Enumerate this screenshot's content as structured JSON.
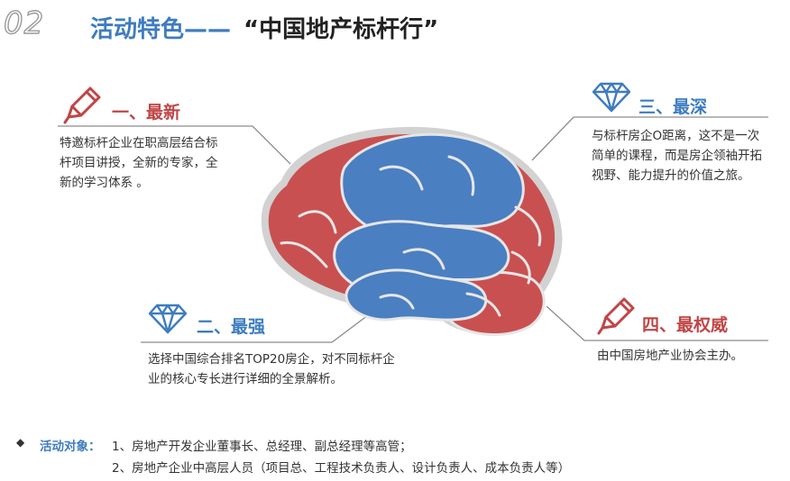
{
  "section_number": "02",
  "header": {
    "title": "活动特色——",
    "quote": "“中国地产标杆行”"
  },
  "features": [
    {
      "title": "一、最新",
      "icon": "pencil-icon",
      "color": "#c04545",
      "lines": [
        "特邀标杆企业在职高层结合标",
        "杆项目讲授，全新的专家，全",
        "新的学习体系 。"
      ]
    },
    {
      "title": "二、最强",
      "icon": "diamond-icon",
      "color": "#3e7cbf",
      "lines": [
        "选择中国综合排名TOP20房企，对不同标杆企",
        "业的核心专长进行详细的全景解析。"
      ]
    },
    {
      "title": "三、最深",
      "icon": "diamond-icon",
      "color": "#3e7cbf",
      "lines": [
        "与标杆房企O距离，这不是一次",
        "简单的课程，而是房企领袖开拓",
        "视野、能力提升的价值之旅。"
      ]
    },
    {
      "title": "四、最权威",
      "icon": "pencil-icon",
      "color": "#c04545",
      "lines": [
        "由中国房地产业协会主办。"
      ]
    }
  ],
  "brain": {
    "icon": "brain-icon",
    "colors": {
      "red": "#c95050",
      "blue": "#4a7fc1",
      "outline": "#cccccc"
    }
  },
  "targets": {
    "label": "活动对象：",
    "items": [
      "1、房地产开发企业董事长、总经理、副总经理等高管；",
      "2、房地产企业中高层人员（项目总、工程技术负责人、设计负责人、成本负责人等）"
    ]
  }
}
